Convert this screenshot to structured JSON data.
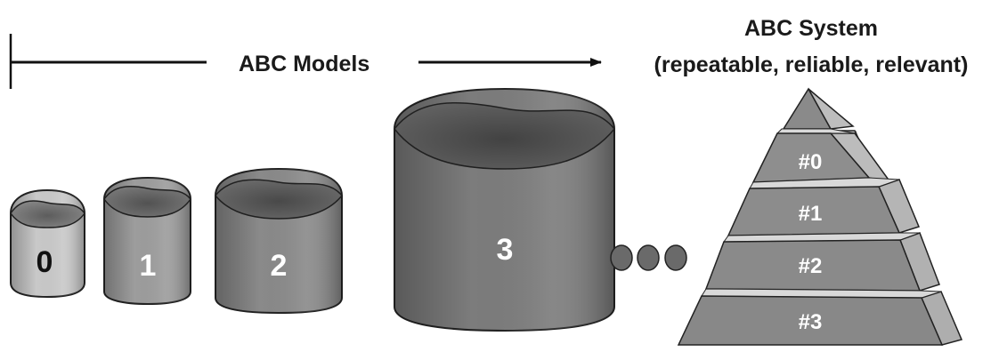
{
  "header": {
    "models_label": "ABC Models",
    "system_title": "ABC System",
    "system_subtitle": "(repeatable, reliable, relevant)"
  },
  "containers": [
    {
      "label": "0",
      "fill": "#c9c9c9",
      "label_color": "#111111"
    },
    {
      "label": "1",
      "fill": "#9d9d9d",
      "label_color": "#ffffff"
    },
    {
      "label": "2",
      "fill": "#8a8a8a",
      "label_color": "#ffffff"
    },
    {
      "label": "3",
      "fill": "#7c7c7c",
      "label_color": "#ffffff"
    }
  ],
  "pyramid": {
    "levels": [
      "#0",
      "#1",
      "#2",
      "#3"
    ]
  },
  "colors": {
    "line": "#111111",
    "dot": "#6a6a6a",
    "pyramid_front": "#8e8e8e",
    "pyramid_side": "#b8b8b8"
  }
}
